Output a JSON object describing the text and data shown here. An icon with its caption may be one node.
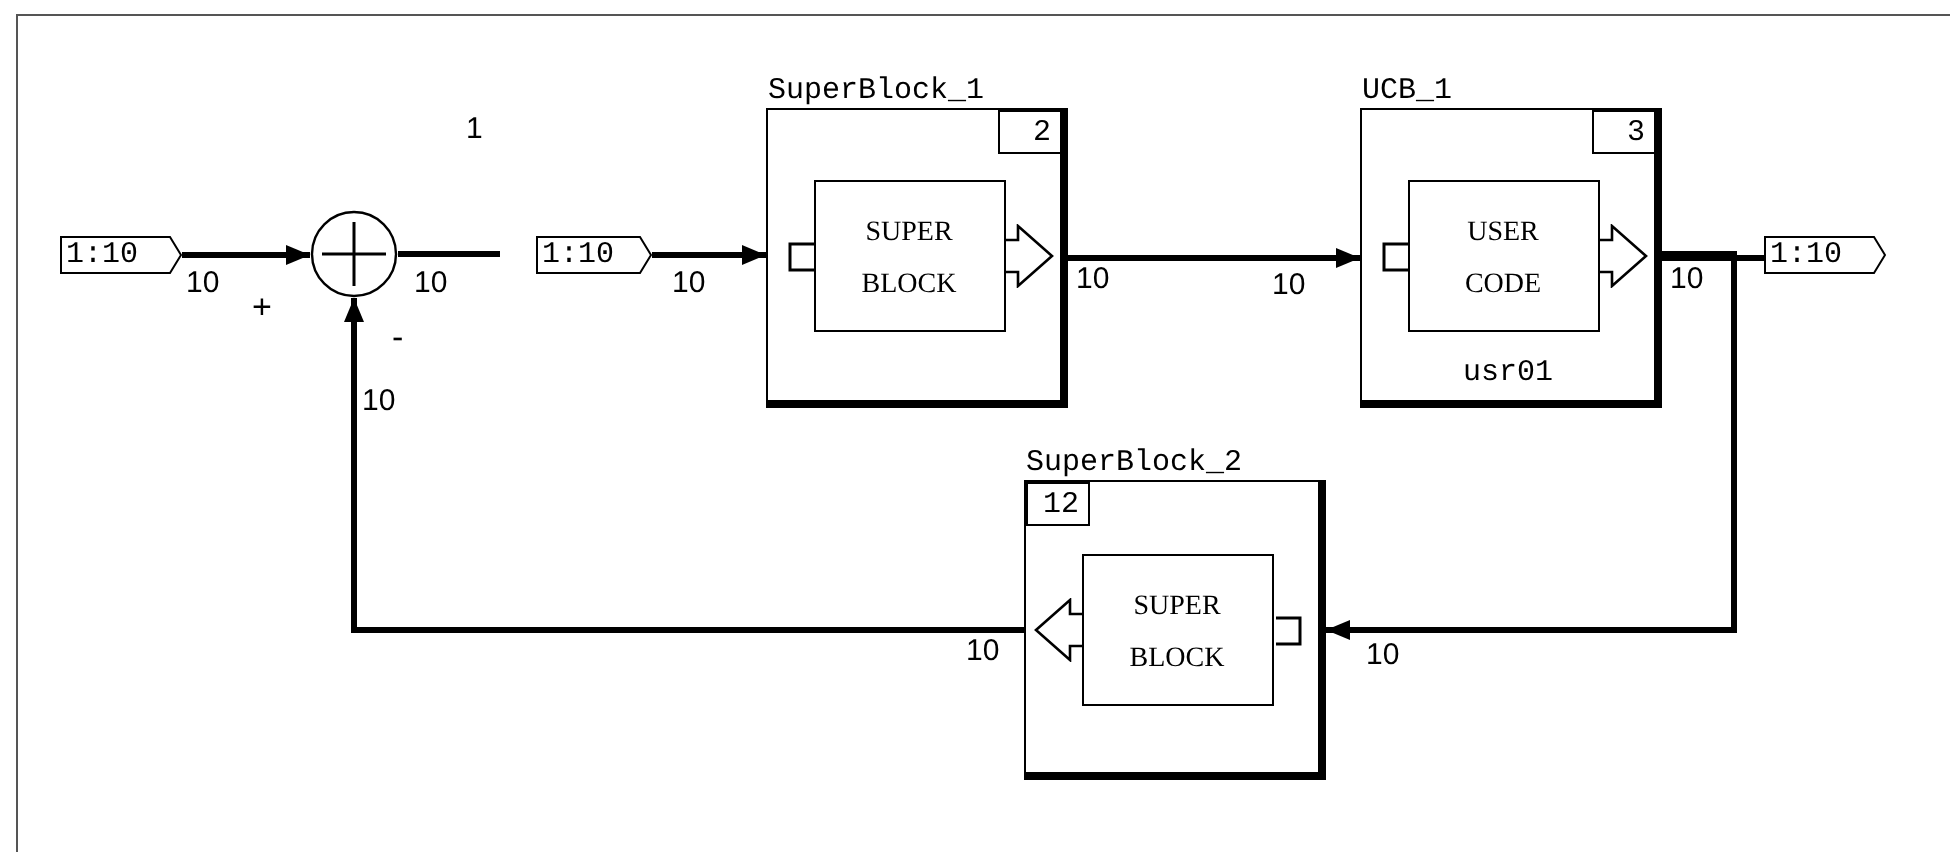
{
  "diagram": {
    "nodes": [
      {
        "text": [
          "1:10"
        ]
      },
      {
        "text": [],
        "shape": "circle"
      },
      {
        "text": [
          "1:10"
        ]
      },
      {
        "text": [
          "SuperBlock_1",
          "2"
        ]
      },
      {
        "text": [
          "SUPER BLOCK"
        ],
        "in": 3
      },
      {
        "text": [
          "UCB_1",
          "3",
          "usr01"
        ]
      },
      {
        "text": [
          "USER CODE"
        ],
        "in": 5
      },
      {
        "text": [
          "1:10"
        ]
      },
      {
        "text": [
          "SuperBlock_2",
          "12"
        ]
      },
      {
        "text": [
          "SUPER BLOCK"
        ],
        "in": 8
      }
    ],
    "edges": [
      {
        "from": 0,
        "to": 1,
        "arrow": "to"
      },
      {
        "from": 1,
        "to": null,
        "arrow": "none"
      },
      {
        "from": 2,
        "to": 3,
        "arrow": "to"
      },
      {
        "from": 3,
        "to": 5,
        "arrow": "to"
      },
      {
        "from": 5,
        "to": 7,
        "arrow": "none"
      },
      {
        "from": 5,
        "to": 8,
        "arrow": "to"
      },
      {
        "from": 8,
        "to": 1,
        "arrow": "to"
      }
    ],
    "labels": [
      "1",
      "10",
      "+",
      "10",
      "10",
      "10",
      "10",
      "10",
      "-",
      "10",
      "10",
      "10"
    ]
  }
}
